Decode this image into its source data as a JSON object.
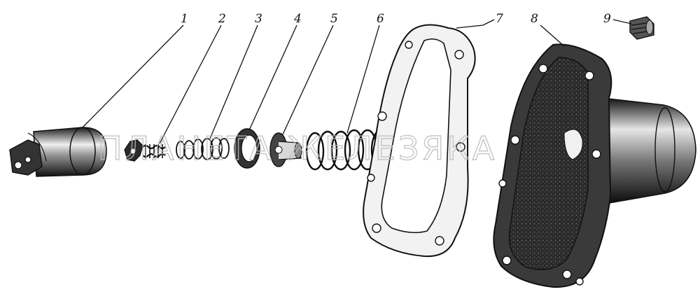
{
  "watermark": "ПЛАНЕТА ЖЕЛЕЗЯКА",
  "callouts": [
    {
      "id": "1",
      "label": "1"
    },
    {
      "id": "2",
      "label": "2"
    },
    {
      "id": "3",
      "label": "3"
    },
    {
      "id": "4",
      "label": "4"
    },
    {
      "id": "5",
      "label": "5"
    },
    {
      "id": "6",
      "label": "6"
    },
    {
      "id": "7",
      "label": "7"
    },
    {
      "id": "8",
      "label": "8"
    },
    {
      "id": "9",
      "label": "9"
    }
  ]
}
